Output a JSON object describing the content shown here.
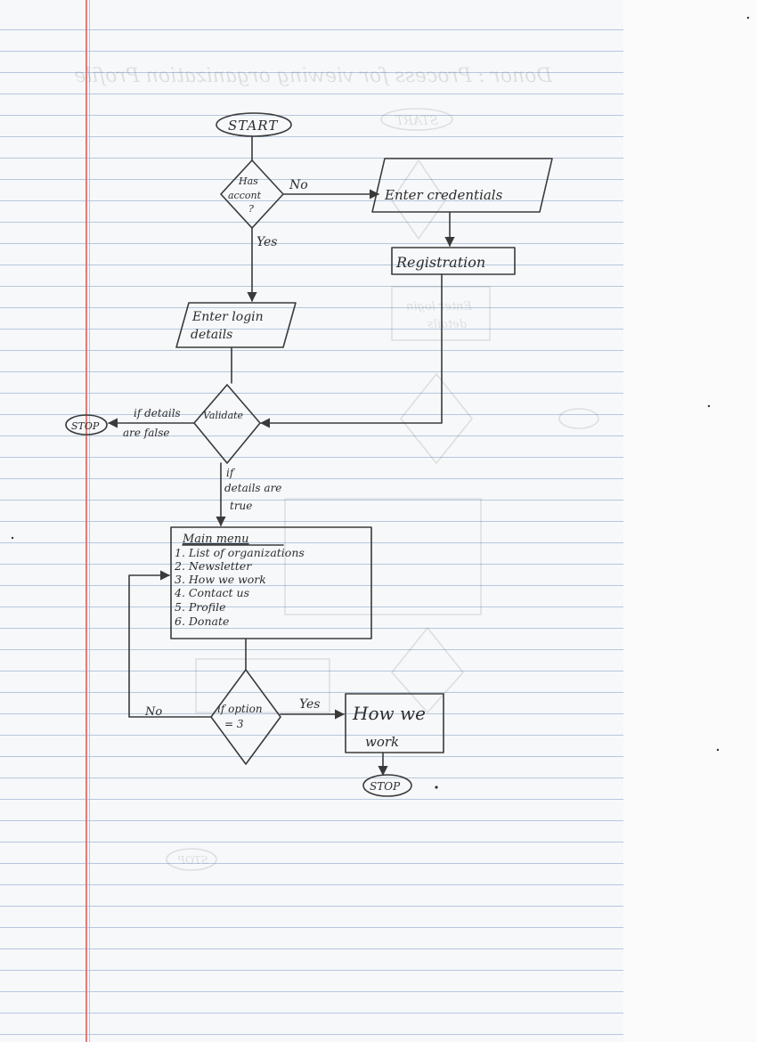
{
  "nodes": {
    "start_top": "START",
    "has_account": [
      "Has",
      "accont",
      "?"
    ],
    "enter_credentials": "Enter credentials",
    "registration": "Registration",
    "enter_login": [
      "Enter login",
      "details"
    ],
    "validate": "Validate",
    "stop_left": "STOP",
    "main_menu_title": "Main menu",
    "main_menu_items": [
      "1. List of organizations",
      "2. Newsletter",
      "3. How we work",
      "4. Contact us",
      "5. Profile",
      "6. Donate"
    ],
    "if_option": [
      "if option",
      "= 3"
    ],
    "how_we_work": [
      "How we",
      "work"
    ],
    "stop_bottom": "STOP"
  },
  "edge_labels": {
    "no_top": "No",
    "yes_top": "Yes",
    "if_false": [
      "if details",
      "are false"
    ],
    "if_true": [
      "if",
      "details are",
      "true"
    ],
    "no_bottom": "No",
    "yes_bottom": "Yes"
  },
  "bleed_through": {
    "heading": "Donor : Process for viewing organization Profile",
    "start": "START",
    "enter_login": [
      "Enter login",
      "details"
    ],
    "stop": "STOP"
  },
  "colors": {
    "paper": "#f7f8fa",
    "rule_line": "#b6c7de",
    "margin_line": "#e47a7a",
    "ink": "#3a3a3a"
  }
}
